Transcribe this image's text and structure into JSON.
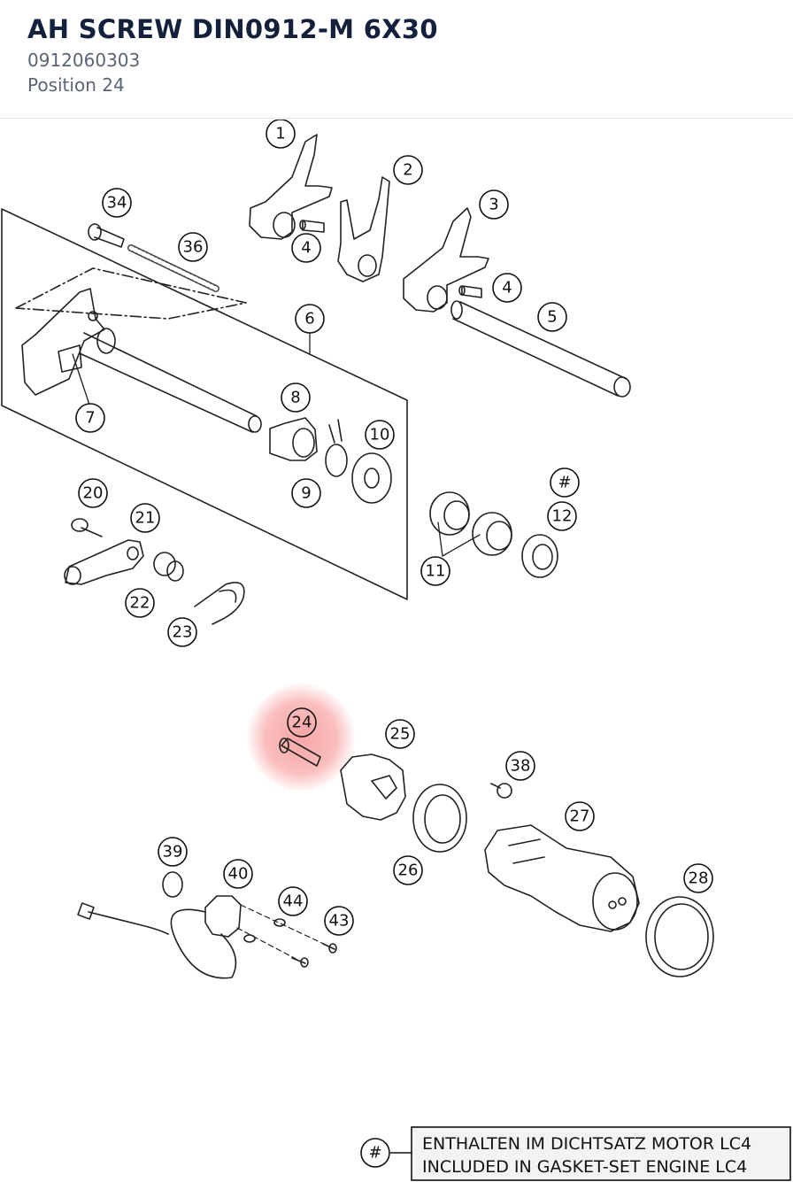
{
  "header": {
    "title": "AH SCREW DIN0912-M 6X30",
    "part_number": "0912060303",
    "position": "Position 24"
  },
  "diagram": {
    "highlight_color": "#f25c5c",
    "callouts": [
      "1",
      "2",
      "3",
      "4",
      "4",
      "5",
      "6",
      "7",
      "8",
      "9",
      "10",
      "#",
      "11",
      "12",
      "20",
      "21",
      "22",
      "23",
      "24",
      "25",
      "26",
      "27",
      "28",
      "34",
      "36",
      "38",
      "39",
      "40",
      "43",
      "44"
    ]
  },
  "legend": {
    "marker": "#",
    "line1": "ENTHALTEN IM DICHTSATZ MOTOR LC4",
    "line2": "INCLUDED IN GASKET-SET ENGINE LC4"
  }
}
